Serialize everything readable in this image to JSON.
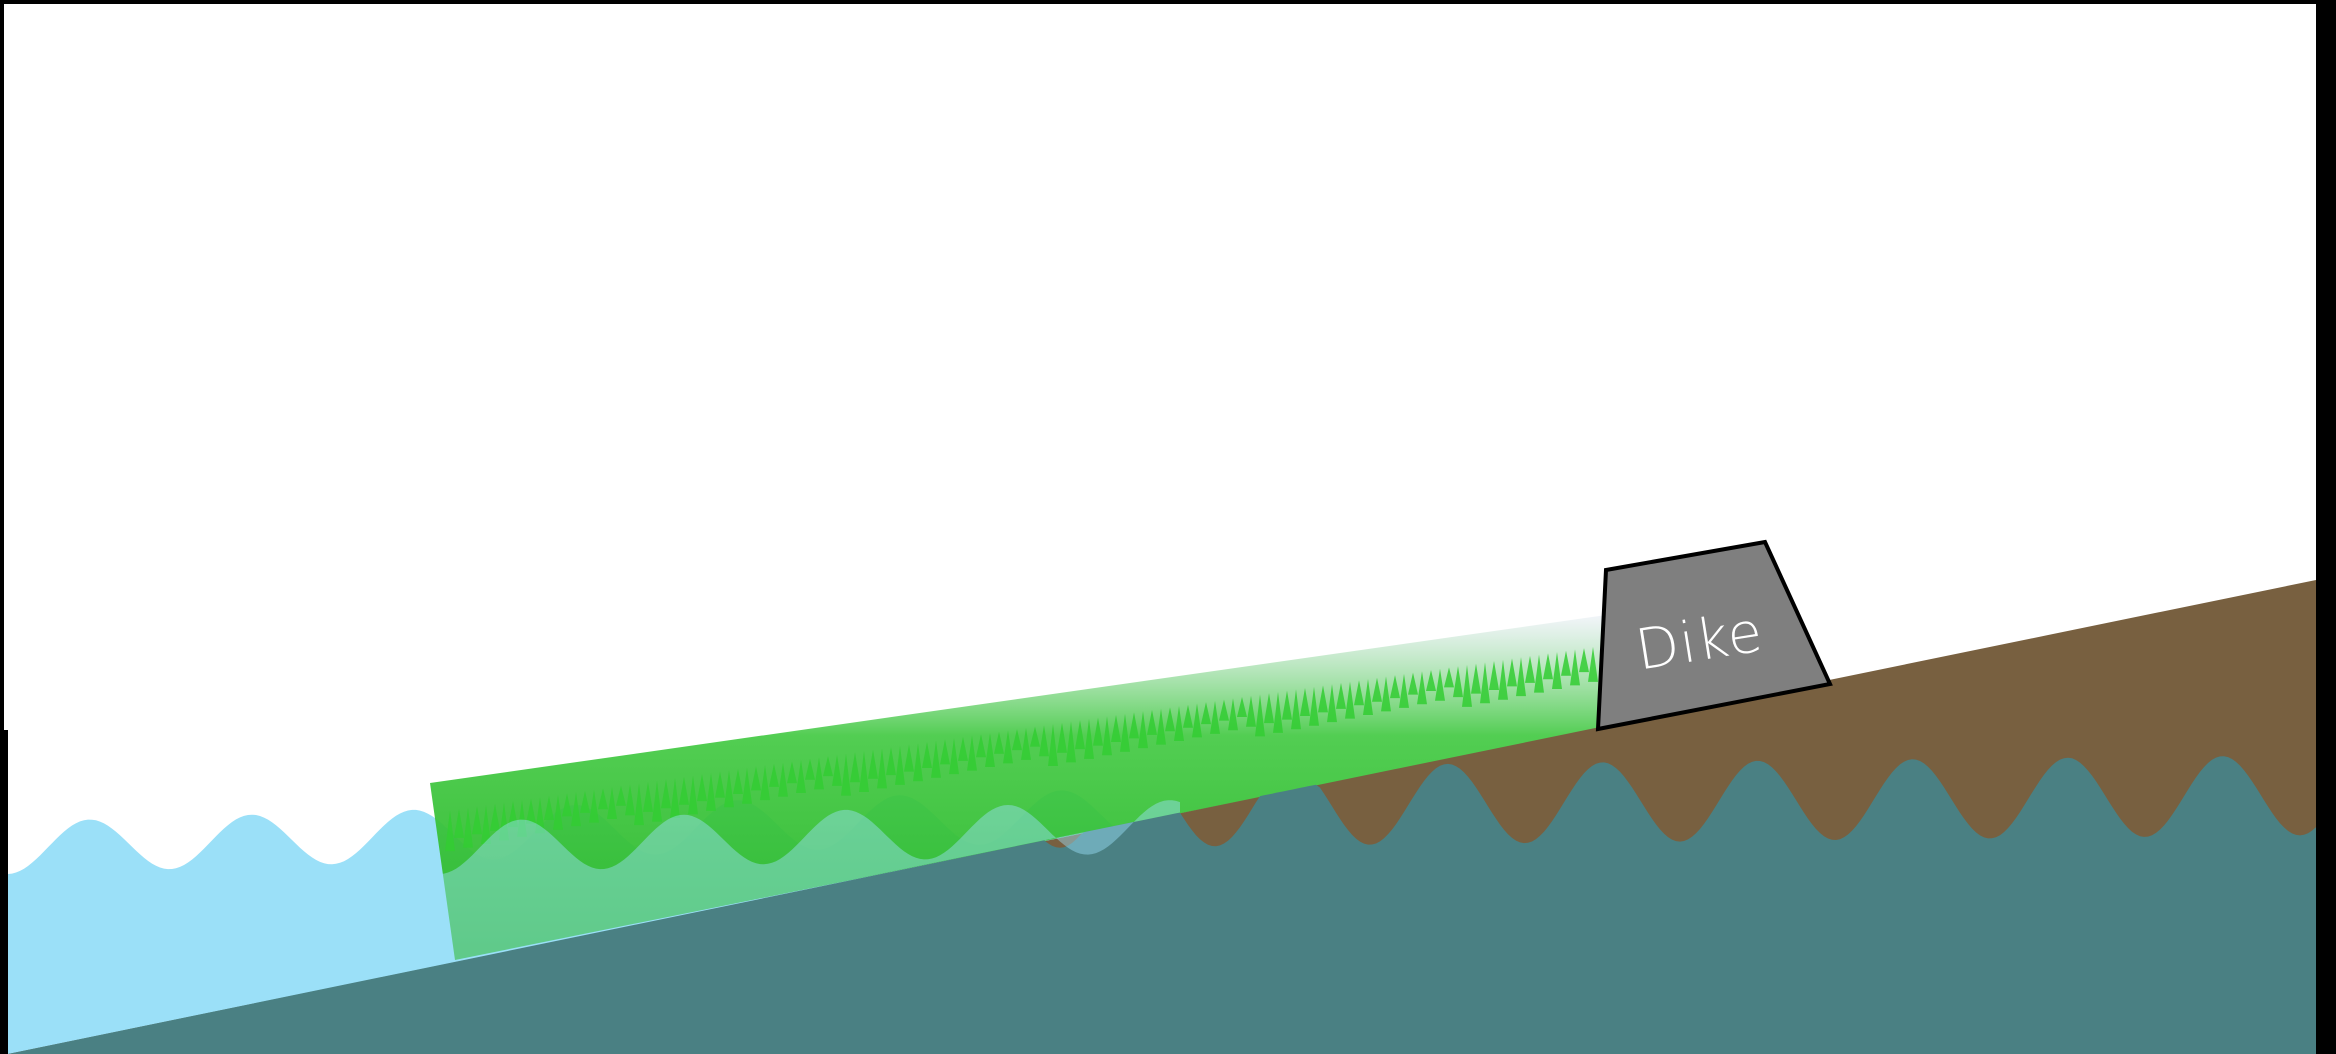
{
  "diagram": {
    "dike": {
      "label": "Dike"
    },
    "colors": {
      "frame": "#000000",
      "sky": "#ffffff",
      "sea": "#9be0f8",
      "ground": "#786040",
      "groundwater": "#4a8083",
      "grass": "#33cc33",
      "grass_dark": "#2a9a2a",
      "dike_fill": "#7f7f7f",
      "dike_stroke": "#000000",
      "dike_text": "#ffffff"
    },
    "icons": {
      "grass": "grass-texture",
      "waves": "wave-pattern"
    }
  }
}
